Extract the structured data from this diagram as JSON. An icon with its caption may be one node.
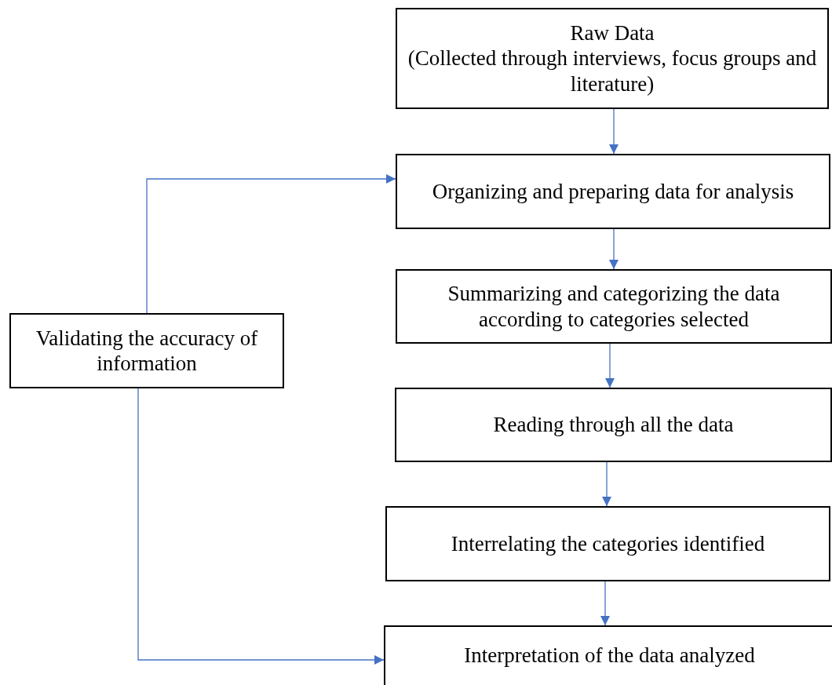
{
  "diagram": {
    "nodes": [
      {
        "text": [
          "Raw Data",
          "(Collected through interviews, focus groups and literature)"
        ]
      },
      {
        "text": [
          "Organizing and preparing data for analysis"
        ]
      },
      {
        "text": [
          "Summarizing and categorizing the data according to categories selected"
        ]
      },
      {
        "text": [
          "Reading through all the data"
        ]
      },
      {
        "text": [
          "Interrelating the categories identified"
        ]
      },
      {
        "text": [
          "Interpretation of the data analyzed"
        ]
      },
      {
        "text": [
          "Validating the accuracy of information"
        ]
      }
    ],
    "edges": [
      {
        "from": 0,
        "to": 1,
        "arrow": "to"
      },
      {
        "from": 1,
        "to": 2,
        "arrow": "to"
      },
      {
        "from": 2,
        "to": 3,
        "arrow": "to"
      },
      {
        "from": 3,
        "to": 4,
        "arrow": "to"
      },
      {
        "from": 4,
        "to": 5,
        "arrow": "to"
      },
      {
        "from": 6,
        "to": 1,
        "arrow": "to"
      },
      {
        "from": 6,
        "to": 5,
        "arrow": "to"
      }
    ]
  }
}
